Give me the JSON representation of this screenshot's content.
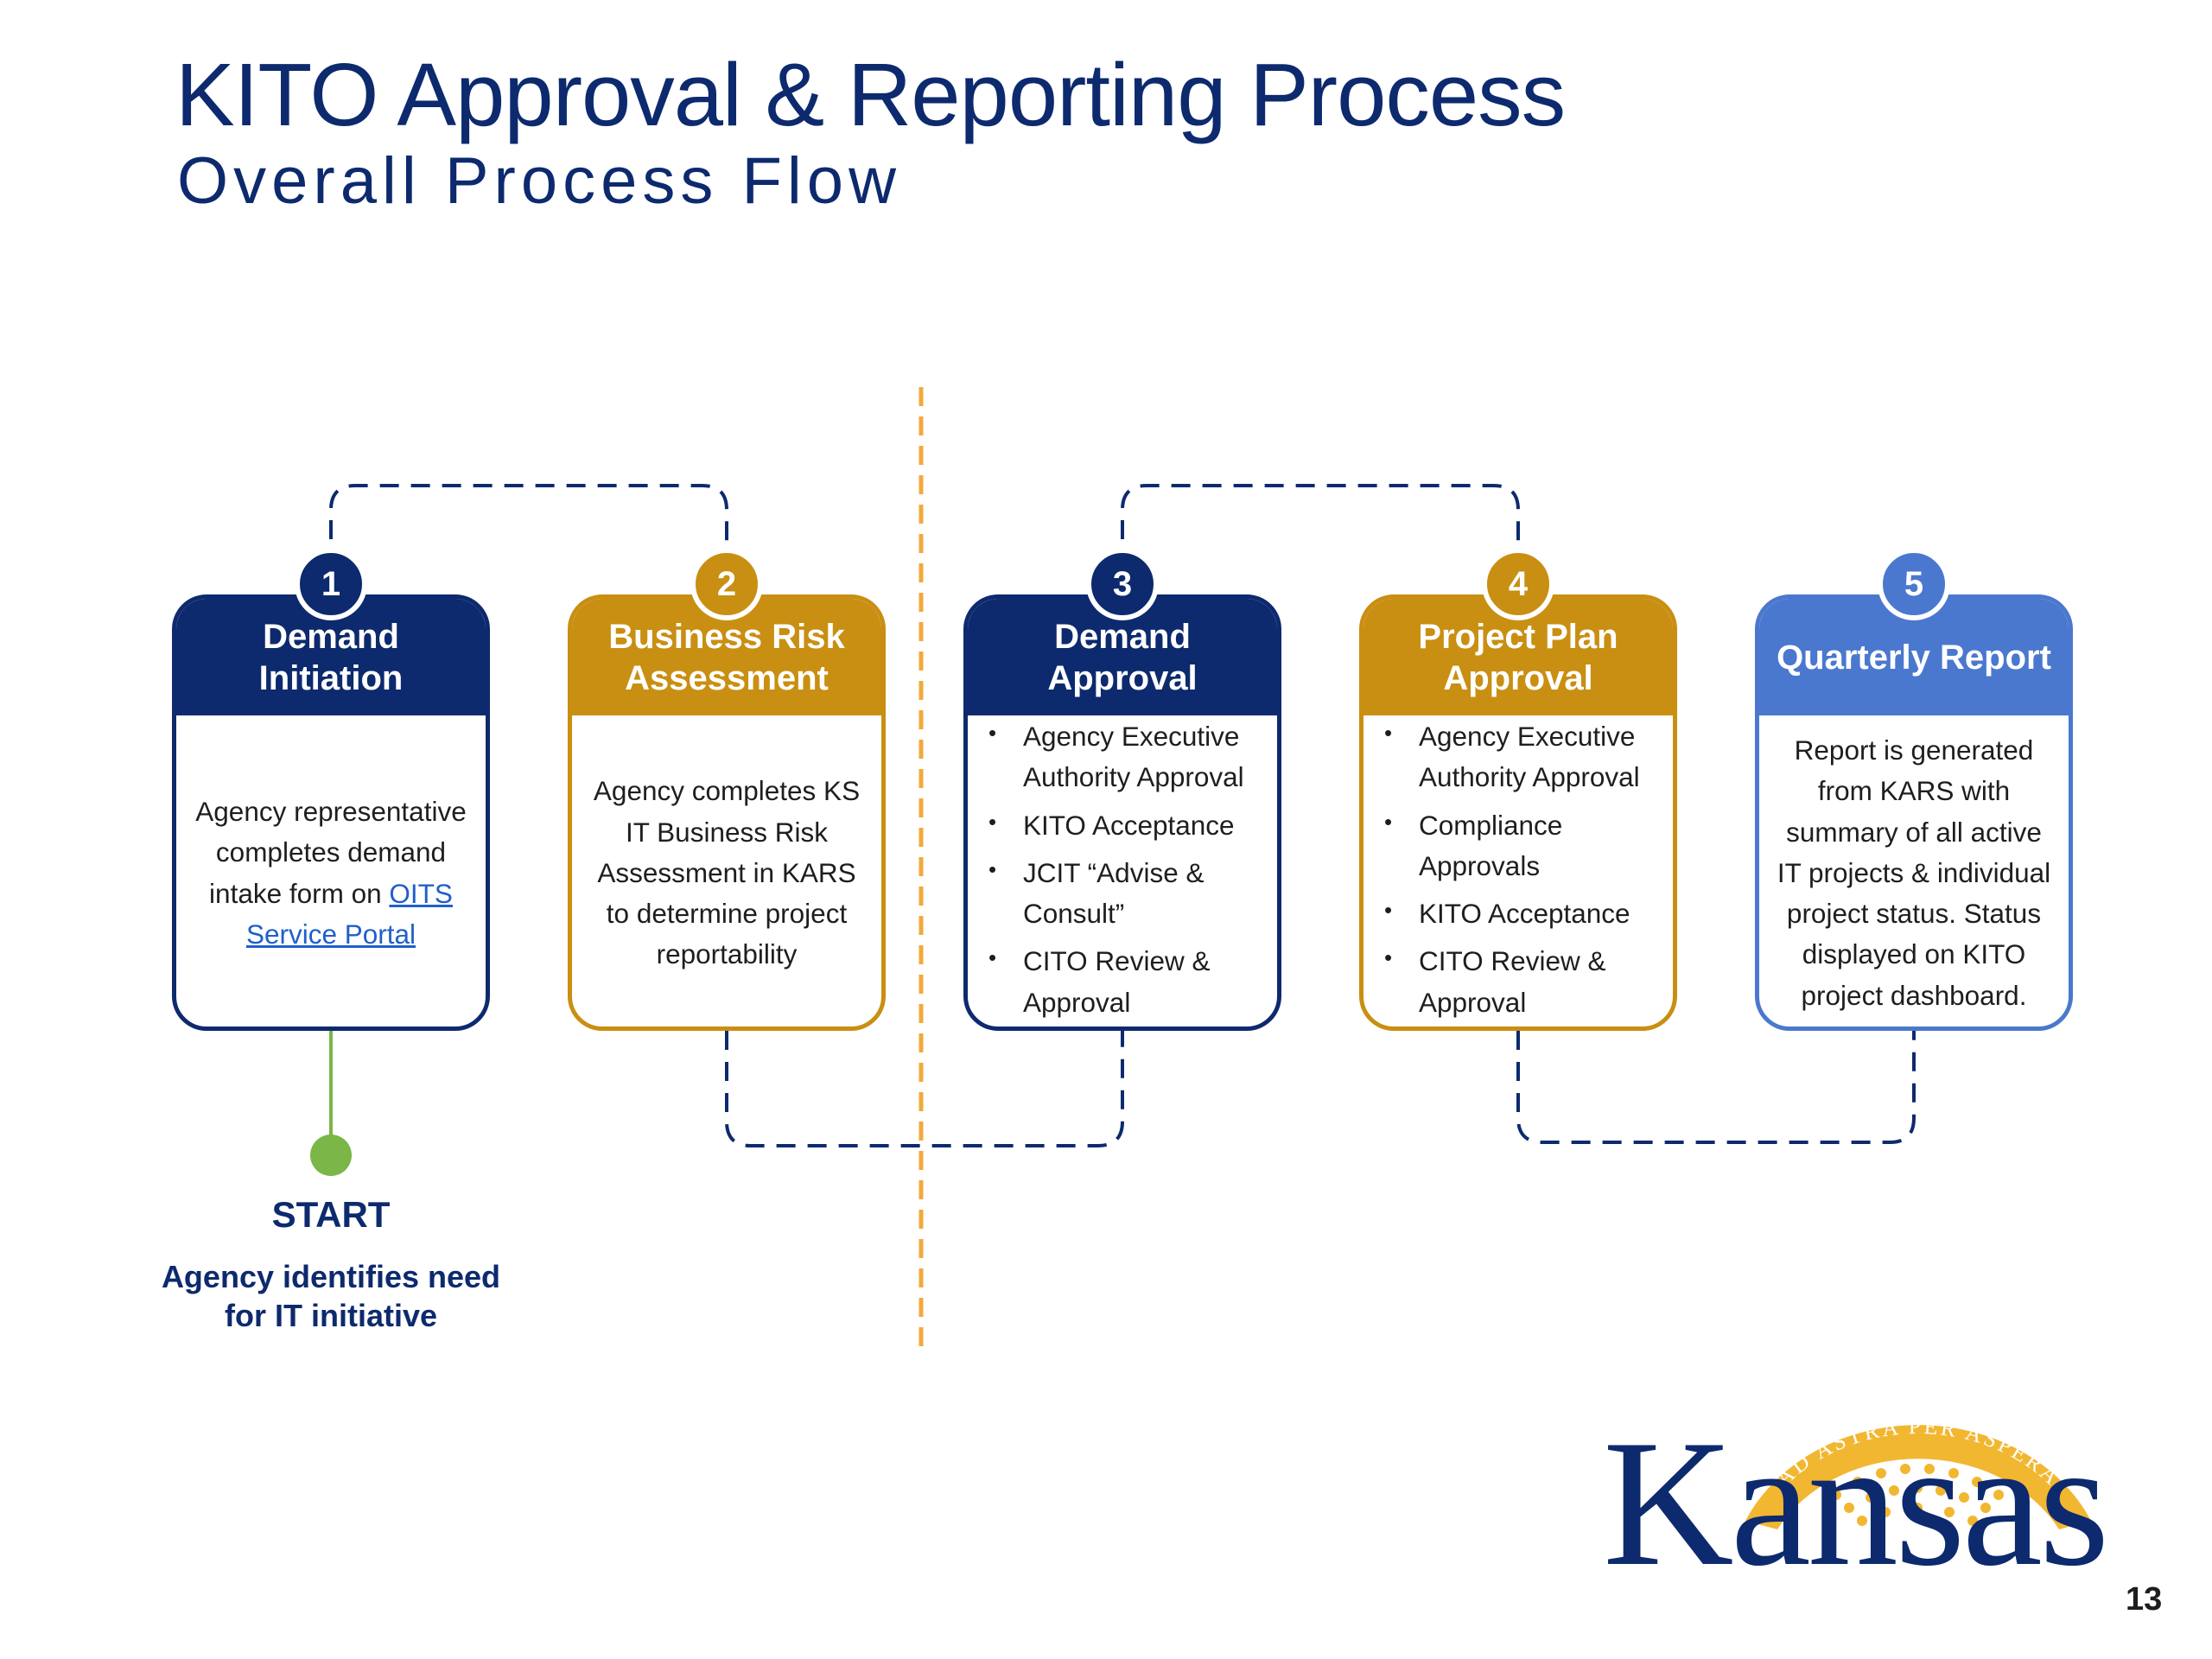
{
  "header": {
    "title": "KITO Approval & Reporting Process",
    "subtitle": "Overall Process Flow"
  },
  "colors": {
    "navy": "#0d2a6e",
    "gold": "#c98f12",
    "blue": "#4a78cf",
    "start_green": "#7ab648",
    "divider_orange": "#f2a93b"
  },
  "steps": [
    {
      "number": "1",
      "title": "Demand Initiation",
      "body_before": "Agency representative completes demand intake form on",
      "link_text": "OITS Service Portal"
    },
    {
      "number": "2",
      "title": "Business Risk Assessment",
      "body": "Agency completes KS IT Business Risk Assessment in KARS to determine project reportability"
    },
    {
      "number": "3",
      "title": "Demand Approval",
      "bullets": [
        "Agency Executive Authority Approval",
        "KITO Acceptance",
        "JCIT “Advise & Consult”",
        "CITO Review & Approval"
      ]
    },
    {
      "number": "4",
      "title": "Project Plan Approval",
      "bullets": [
        "Agency Executive Authority Approval",
        "Compliance Approvals",
        "KITO Acceptance",
        "CITO Review & Approval"
      ]
    },
    {
      "number": "5",
      "title": "Quarterly Report",
      "body": "Report is generated from KARS with summary of all active IT projects & individual project status. Status displayed on KITO project dashboard."
    }
  ],
  "start": {
    "label": "START",
    "description": "Agency identifies need for IT initiative"
  },
  "logo": {
    "word": "Kansas",
    "motto": "AD ASTRA PER ASPERA"
  },
  "page_number": "13"
}
